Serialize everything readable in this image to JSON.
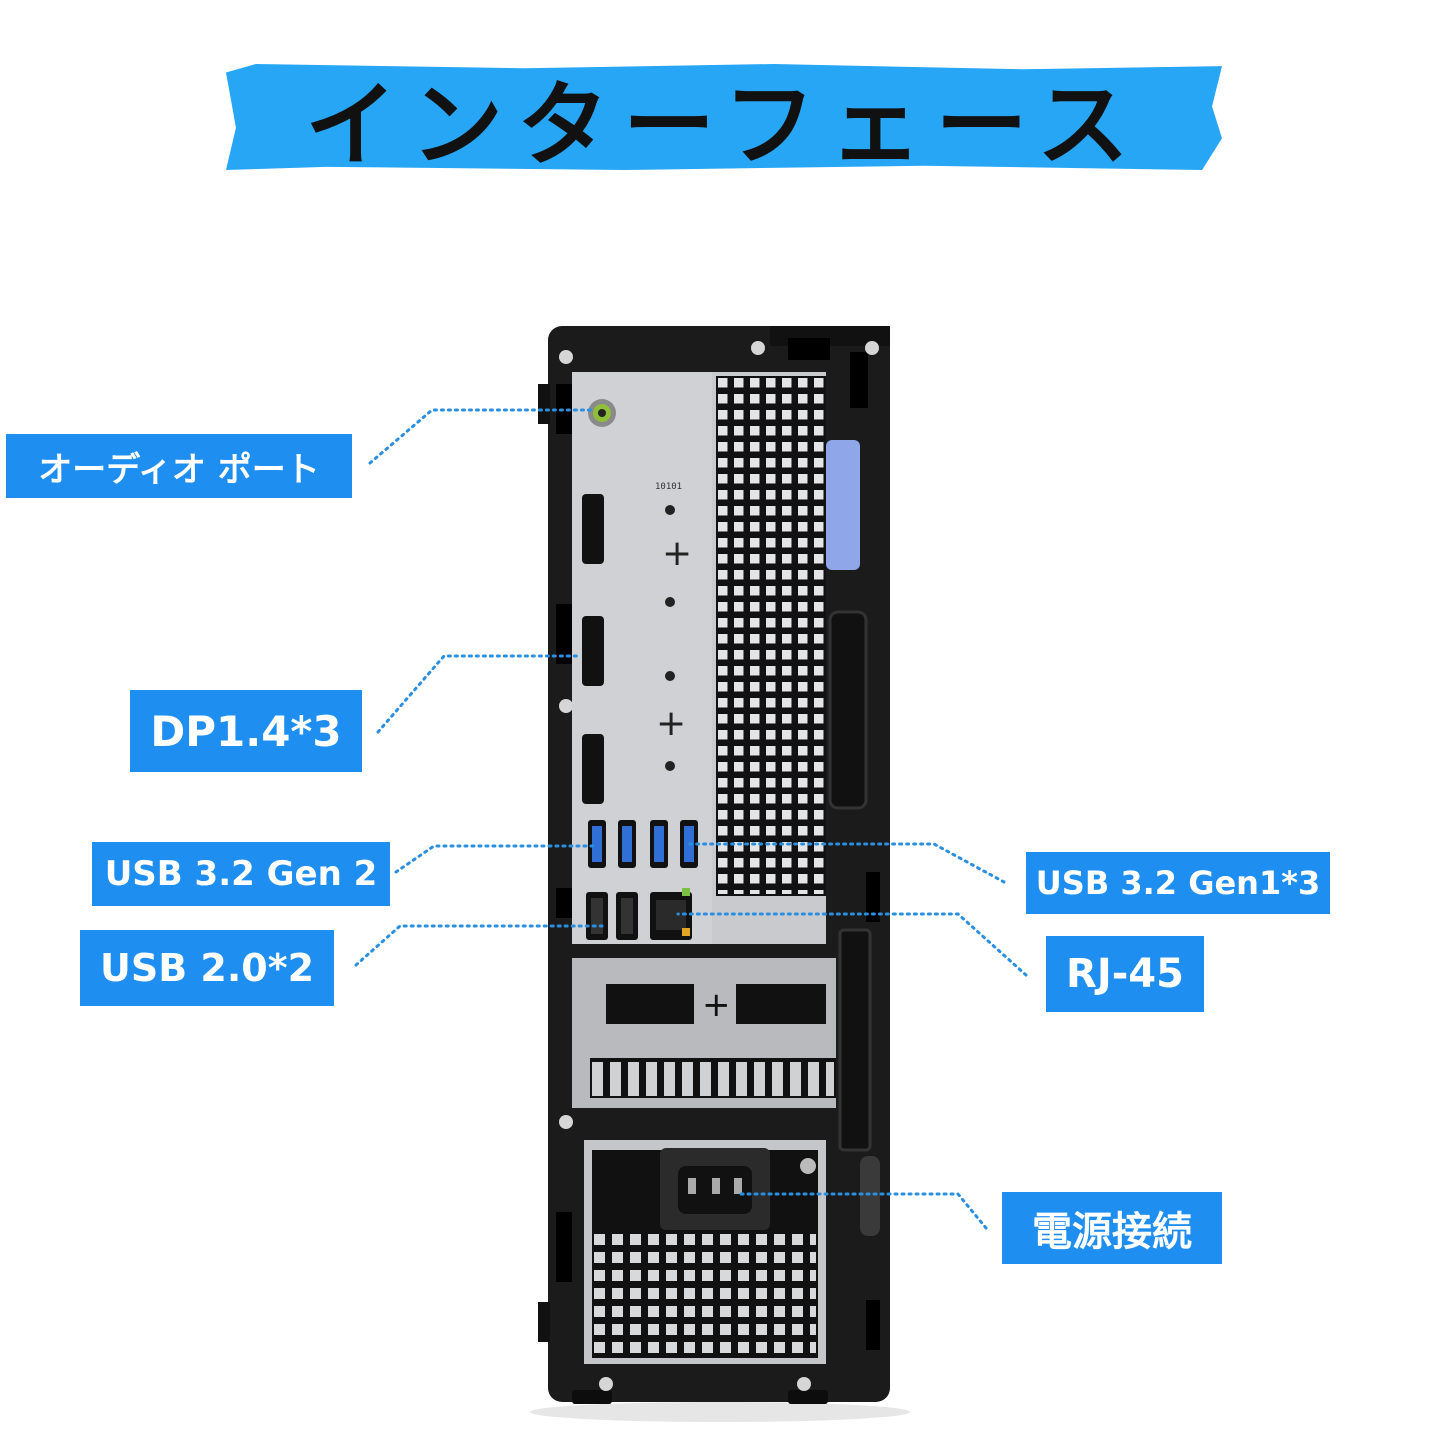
{
  "title": "インターフェース",
  "callouts": {
    "audio": "オーディオ ポート",
    "dp": "DP1.4*3",
    "usb32gen2": "USB 3.2 Gen 2",
    "usb20": "USB 2.0*2",
    "usb32gen1": "USB 3.2 Gen1*3",
    "rj45": "RJ-45",
    "power": "電源接続"
  },
  "device_labels": {
    "serial_marking": "10101"
  },
  "colors": {
    "banner": "#27a6f5",
    "callout": "#1e8ef0",
    "leader": "#2a8fe0",
    "chassis": "#1b1b1b",
    "io_plate": "#cfd1d4",
    "usb3_port": "#2f6fd6",
    "latch": "#8fa6e8"
  }
}
